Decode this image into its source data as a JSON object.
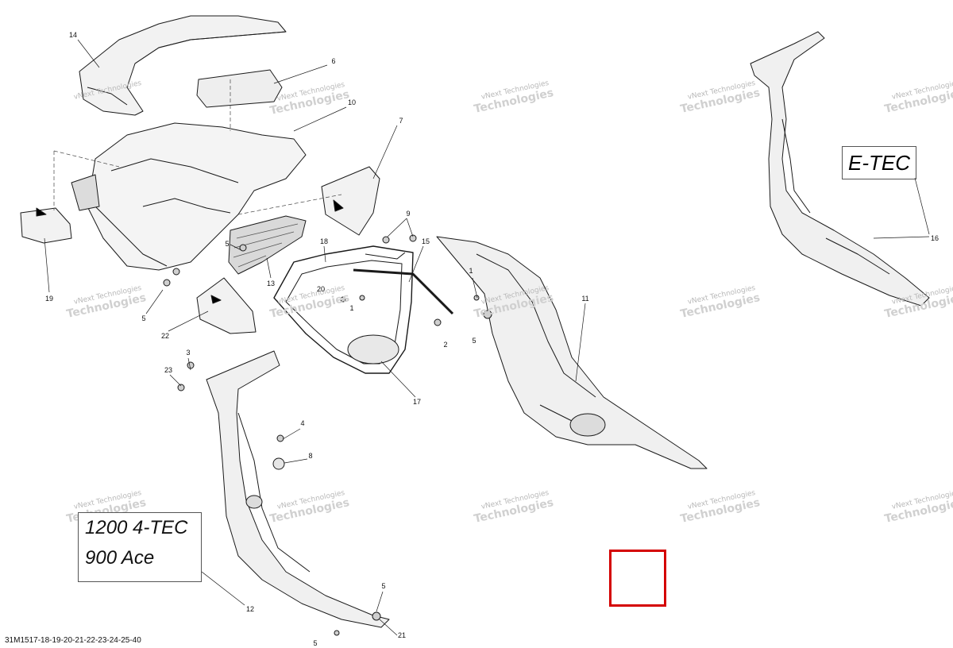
{
  "watermark": {
    "line1": "vNext Technologies",
    "line2": "Technologies"
  },
  "callouts": {
    "c14": "14",
    "c6": "6",
    "c10": "10",
    "c7": "7",
    "c19": "19",
    "c5a": "5",
    "c5b": "5",
    "c13": "13",
    "c22": "22",
    "c9": "9",
    "c18": "18",
    "c15": "15",
    "c20": "20",
    "c1a": "1",
    "c1b": "1",
    "c5c": "5",
    "c2": "2",
    "c11": "11",
    "c17": "17",
    "c3": "3",
    "c23": "23",
    "c4": "4",
    "c8": "8",
    "c12": "12",
    "c5d": "5",
    "c5e": "5",
    "c21": "21",
    "c16": "16"
  },
  "model_box": {
    "line1": "1200 4-TEC",
    "line2": "900 Ace"
  },
  "etec_label": "E-TEC",
  "part_code": "31M1517-18-19-20-21-22-23-24-25-40",
  "colors": {
    "line": "#1a1a1a",
    "fill": "#ffffff",
    "shade": "#e6e6e6",
    "highlight": "#d40000"
  }
}
